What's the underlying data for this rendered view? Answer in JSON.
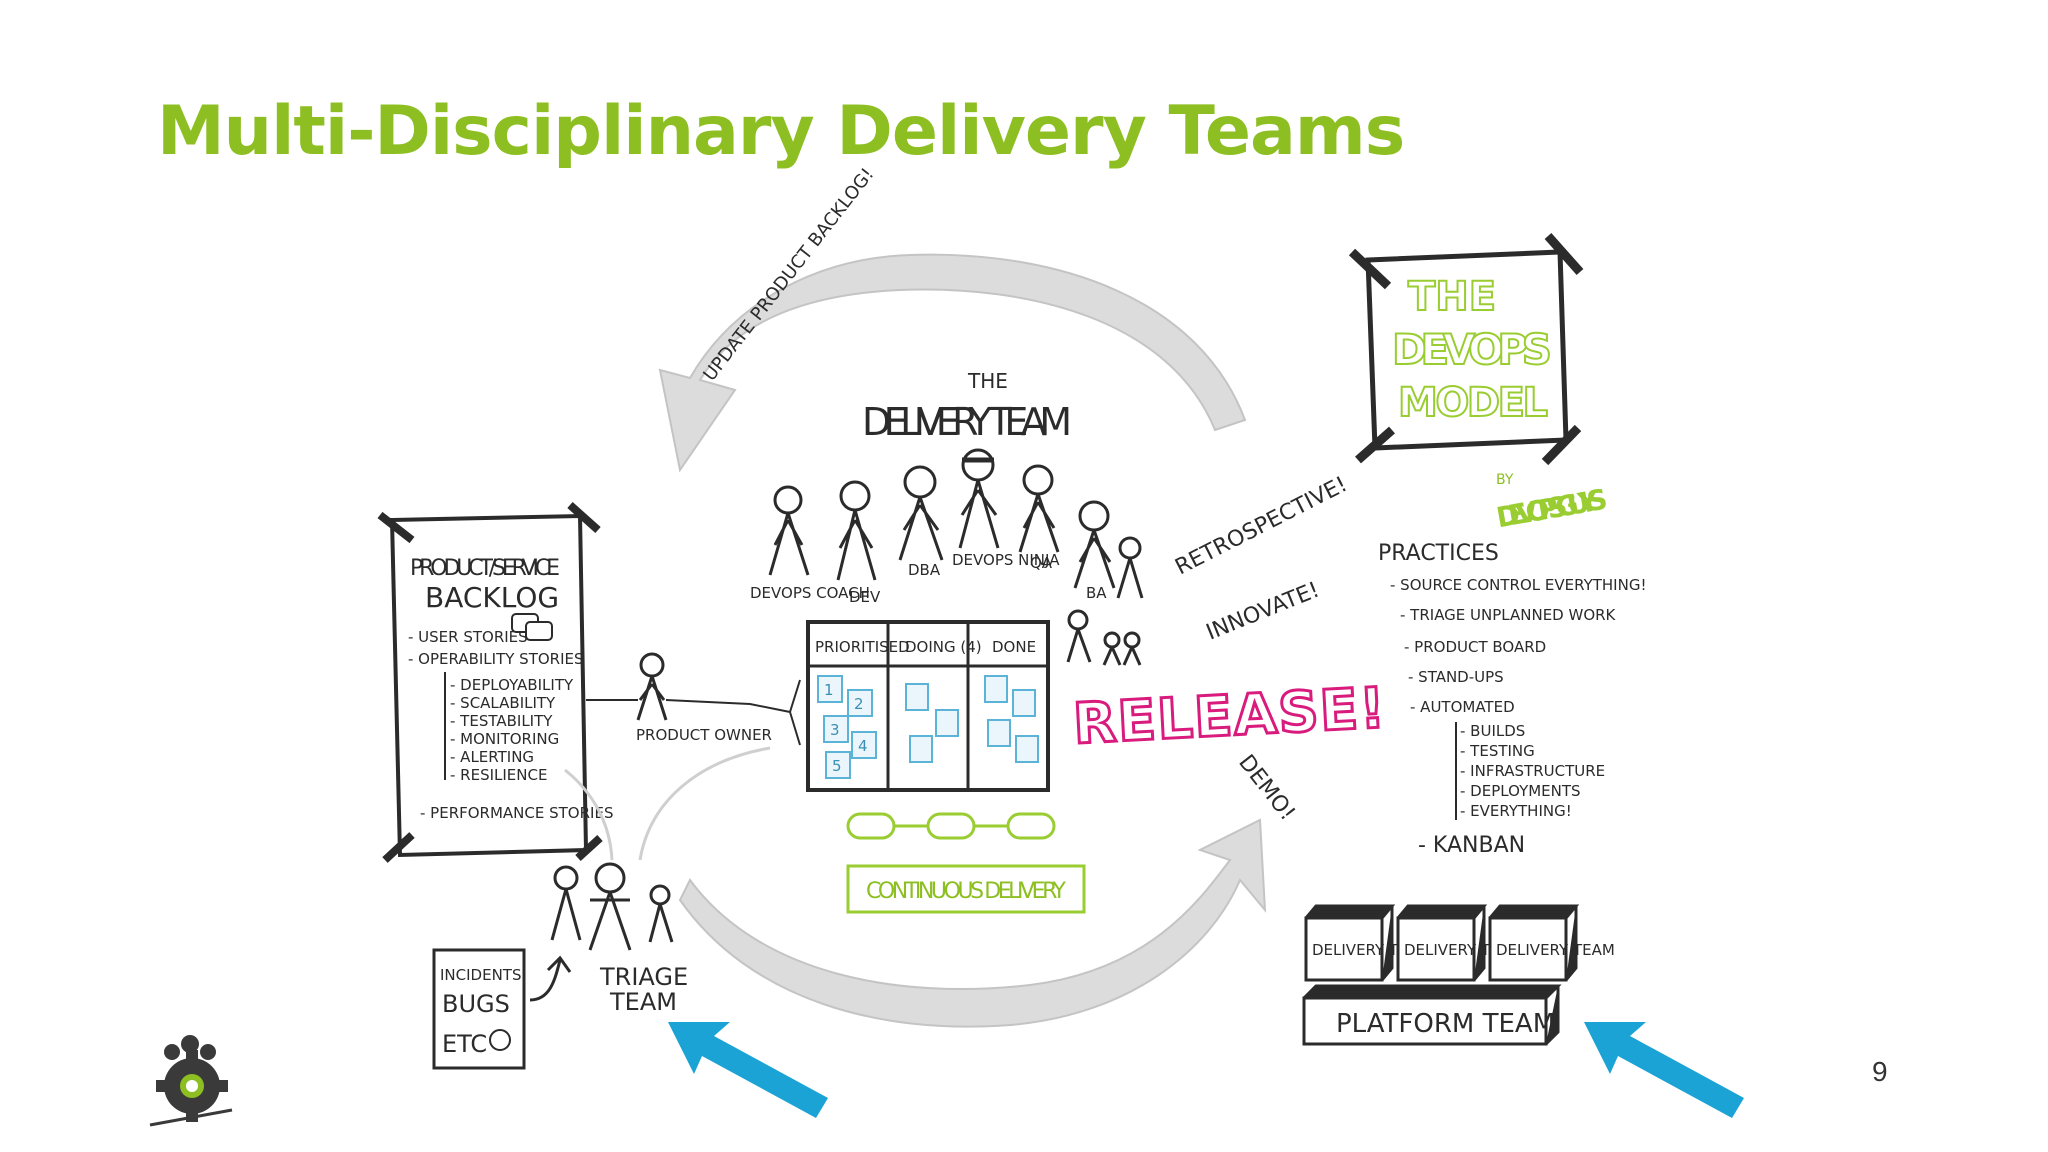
{
  "slide": {
    "title": "Multi-Disciplinary Delivery Teams",
    "page_number": "9"
  },
  "diagram": {
    "loop_labels": {
      "update_backlog": "UPDATE PRODUCT BACKLOG!",
      "retrospective": "RETROSPECTIVE!",
      "innovate": "INNOVATE!",
      "release": "RELEASE!",
      "demo": "DEMO!"
    },
    "delivery_team": {
      "title_small": "THE",
      "title": "DELIVERY TEAM",
      "roles": [
        "DEVOPS COACH",
        "DEV",
        "DBA",
        "DEVOPS NINJA",
        "QA",
        "BA"
      ]
    },
    "board": {
      "columns": [
        "PRIORITISED",
        "DOING (4)",
        "DONE"
      ],
      "card_numbers": [
        "1",
        "2",
        "3",
        "4",
        "5"
      ]
    },
    "continuous_delivery": "CONTINUOUS DELIVERY",
    "backlog": {
      "title_line1": "PRODUCT/SERVICE",
      "title_line2": "BACKLOG",
      "items": [
        "- USER STORIES",
        "- OPERABILITY STORIES"
      ],
      "sub_items": [
        "- DEPLOYABILITY",
        "- SCALABILITY",
        "- TESTABILITY",
        "- MONITORING",
        "- ALERTING",
        "- RESILIENCE"
      ],
      "footer": "- PERFORMANCE STORIES"
    },
    "product_owner": "PRODUCT OWNER",
    "triage": {
      "label_line1": "TRIAGE",
      "label_line2": "TEAM",
      "incidents": [
        "INCIDENTS",
        "BUGS",
        "ETC"
      ]
    },
    "devops_model": {
      "line1": "THE",
      "line2": "DEVOPS",
      "line3": "MODEL",
      "by": "BY",
      "author": "DEVOPSGUYS"
    },
    "practices": {
      "title": "PRACTICES",
      "items": [
        "- SOURCE CONTROL EVERYTHING!",
        "- TRIAGE UNPLANNED WORK",
        "- PRODUCT BOARD",
        "- STAND-UPS",
        "- AUTOMATED"
      ],
      "automated_sub": [
        "- BUILDS",
        "- TESTING",
        "- INFRASTRUCTURE",
        "- DEPLOYMENTS",
        "- EVERYTHING!"
      ],
      "footer": "- KANBAN"
    },
    "platform": {
      "delivery_teams": [
        "DELIVERY TEAM",
        "DELIVERY TEAM",
        "DELIVERY TEAM"
      ],
      "platform_team": "PLATFORM TEAM"
    }
  },
  "colors": {
    "title_green": "#8dbf22",
    "release_pink": "#d81b7d",
    "arrow_blue": "#1aa3d4",
    "ink": "#2b2b2b",
    "model_green": "#9acd32",
    "card_blue": "#5bb4d8",
    "loop_grey": "#d6d6d6"
  }
}
